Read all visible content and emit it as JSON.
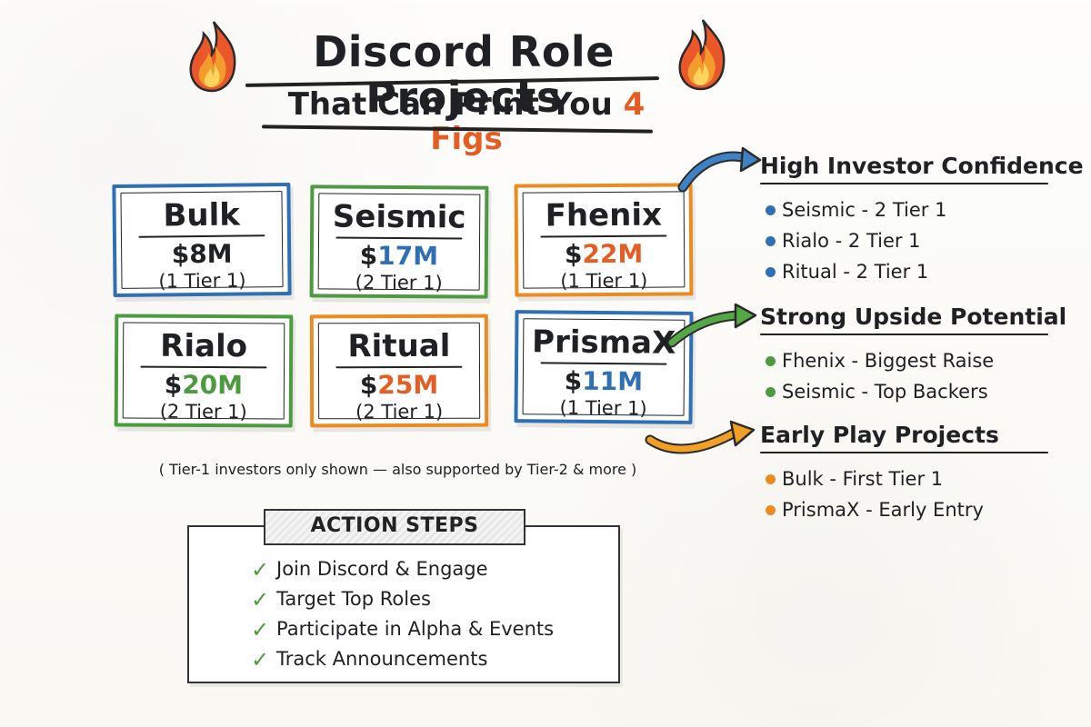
{
  "title": {
    "main": "Discord Role Projects",
    "sub_prefix": "That Can Print You",
    "sub_accent": "4 Figs"
  },
  "projects": [
    {
      "name": "Bulk",
      "dollar": "$",
      "amount_number": "8M",
      "tier": "(1 Tier 1)",
      "border_color": "blue",
      "amount_color": "#202124"
    },
    {
      "name": "Seismic",
      "dollar": "$",
      "amount_number": "17M",
      "tier": "(2 Tier 1)",
      "border_color": "green",
      "amount_color": "#2f70b5"
    },
    {
      "name": "Fhenix",
      "dollar": "$",
      "amount_number": "22M",
      "tier": "(1 Tier 1)",
      "border_color": "orange",
      "amount_color": "#e45d22"
    },
    {
      "name": "Rialo",
      "dollar": "$",
      "amount_number": "20M",
      "tier": "(2 Tier 1)",
      "border_color": "green",
      "amount_color": "#4d9a41"
    },
    {
      "name": "Ritual",
      "dollar": "$",
      "amount_number": "25M",
      "tier": "(2 Tier 1)",
      "border_color": "orange",
      "amount_color": "#e45d22"
    },
    {
      "name": "PrismaX",
      "dollar": "$",
      "amount_number": "11M",
      "tier": "(1 Tier 1)",
      "border_color": "blue",
      "amount_color": "#2f70b5"
    }
  ],
  "note": "( Tier-1 investors only shown — also supported by Tier-2 & more )",
  "side_groups": [
    {
      "heading": "High Investor Confidence",
      "color": "#2f70b5",
      "items": [
        "Seismic - 2 Tier 1",
        "Rialo - 2 Tier 1",
        "Ritual - 2 Tier 1"
      ]
    },
    {
      "heading": "Strong Upside Potential",
      "color": "#4d9a41",
      "items": [
        "Fhenix - Biggest Raise",
        "Seismic - Top Backers"
      ]
    },
    {
      "heading": "Early Play Projects",
      "color": "#ea8c21",
      "items": [
        "Bulk - First Tier 1",
        "PrismaX - Early Entry"
      ]
    }
  ],
  "action_steps": {
    "title": "ACTION STEPS",
    "items": [
      "Join Discord & Engage",
      "Target Top Roles",
      "Participate in Alpha & Events",
      "Track Announcements"
    ],
    "check_icon": "check-icon"
  },
  "icons": {
    "fire": "fire-icon",
    "arrow": "arrow-icon"
  }
}
